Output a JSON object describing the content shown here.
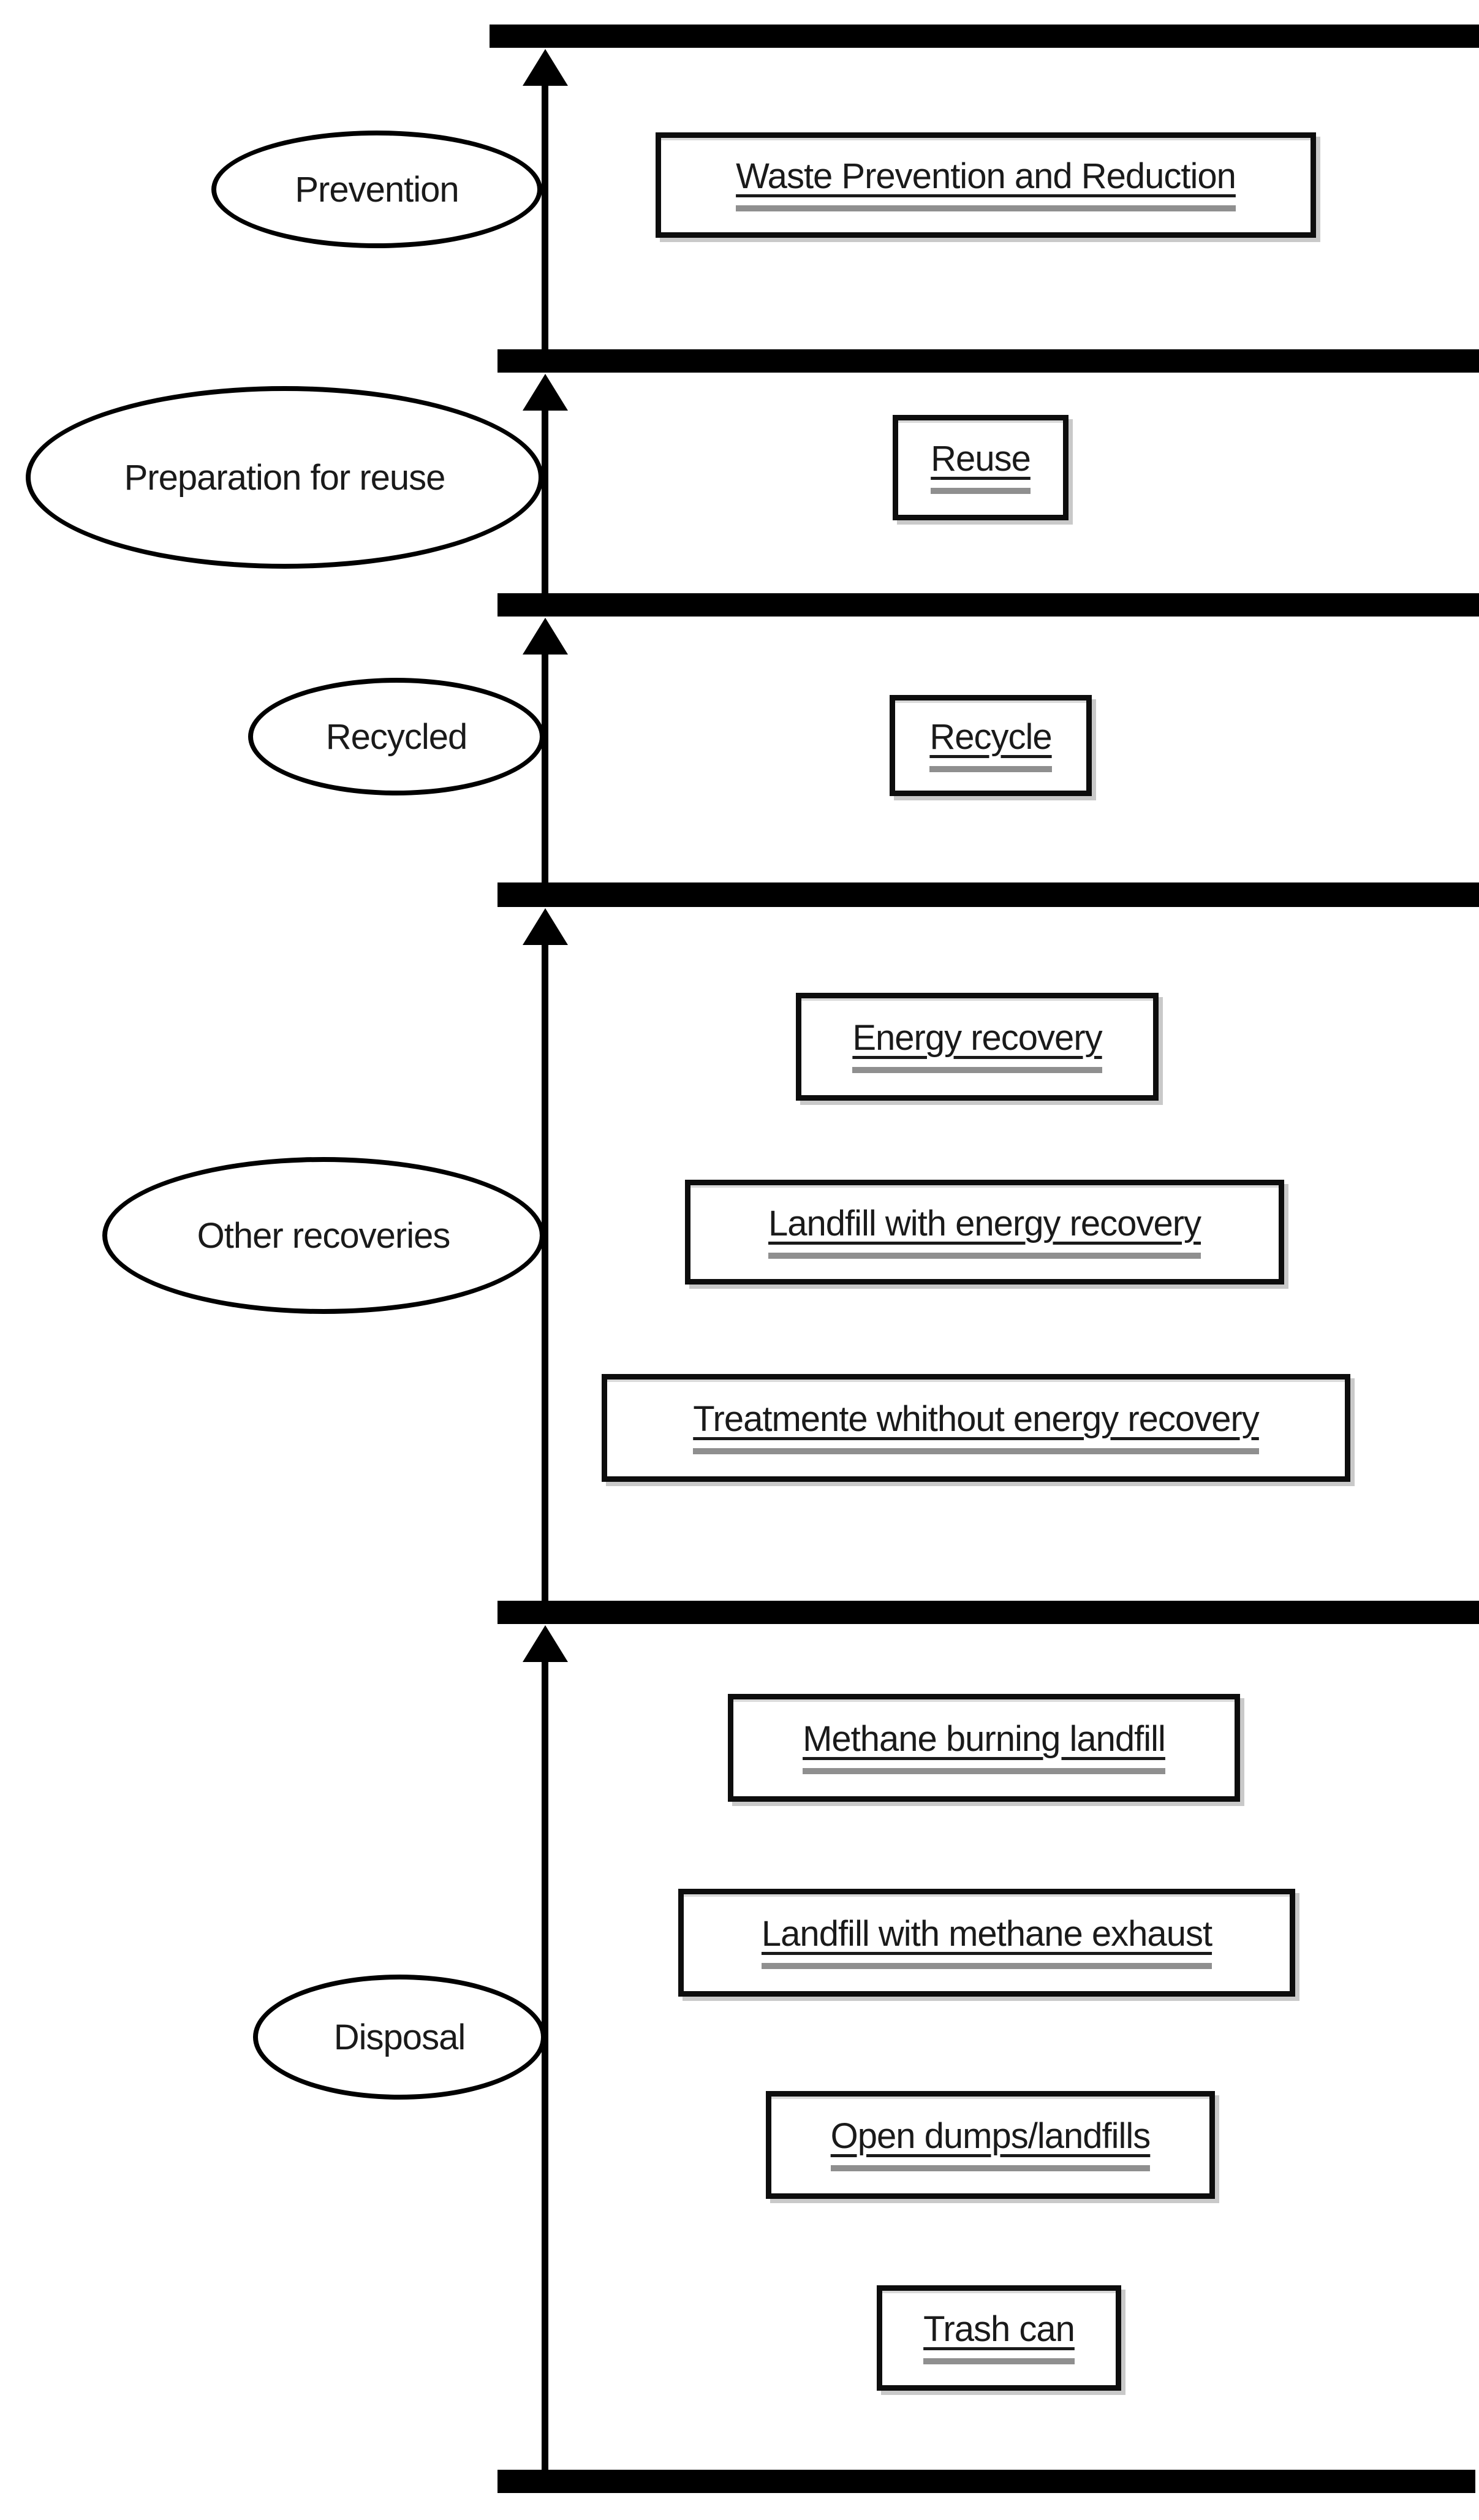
{
  "diagram": {
    "type": "waste-hierarchy-flow",
    "colors": {
      "bar": "#000000",
      "box_border": "#0d0d0d",
      "box_shadow": "#c9c9c9",
      "underline_gray": "#8f8f8f",
      "text": "#1a1a1a",
      "background": "#ffffff"
    },
    "arrow_direction": "up",
    "levels": [
      {
        "stage": "Prevention",
        "methods": [
          "Waste Prevention and Reduction"
        ]
      },
      {
        "stage": "Preparation for reuse",
        "methods": [
          "Reuse"
        ]
      },
      {
        "stage": "Recycled",
        "methods": [
          "Recycle"
        ]
      },
      {
        "stage": "Other recoveries",
        "methods": [
          "Energy recovery",
          "Landfill with energy recovery",
          "Treatmente whithout energy recovery"
        ]
      },
      {
        "stage": "Disposal",
        "methods": [
          "Methane burning landfill",
          "Landfill with methane exhaust",
          "Open dumps/landfills",
          "Trash can"
        ]
      }
    ]
  }
}
